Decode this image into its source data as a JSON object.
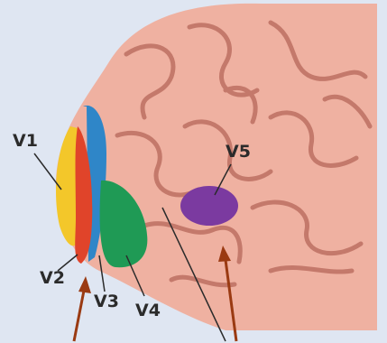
{
  "labels": {
    "v1": "V1",
    "v2": "V2",
    "v3": "V3",
    "v4": "V4",
    "v5": "V5"
  },
  "colors": {
    "background": "#dfe6f2",
    "brain": "#efb1a1",
    "sulcus": "#c4796b",
    "v1": "#f3c72a",
    "v2": "#e0442a",
    "v3": "#2f86c8",
    "v4": "#1f9a55",
    "v5": "#7b3aa0",
    "arrow": "#9a3a12",
    "leader": "#2b2b2b"
  }
}
